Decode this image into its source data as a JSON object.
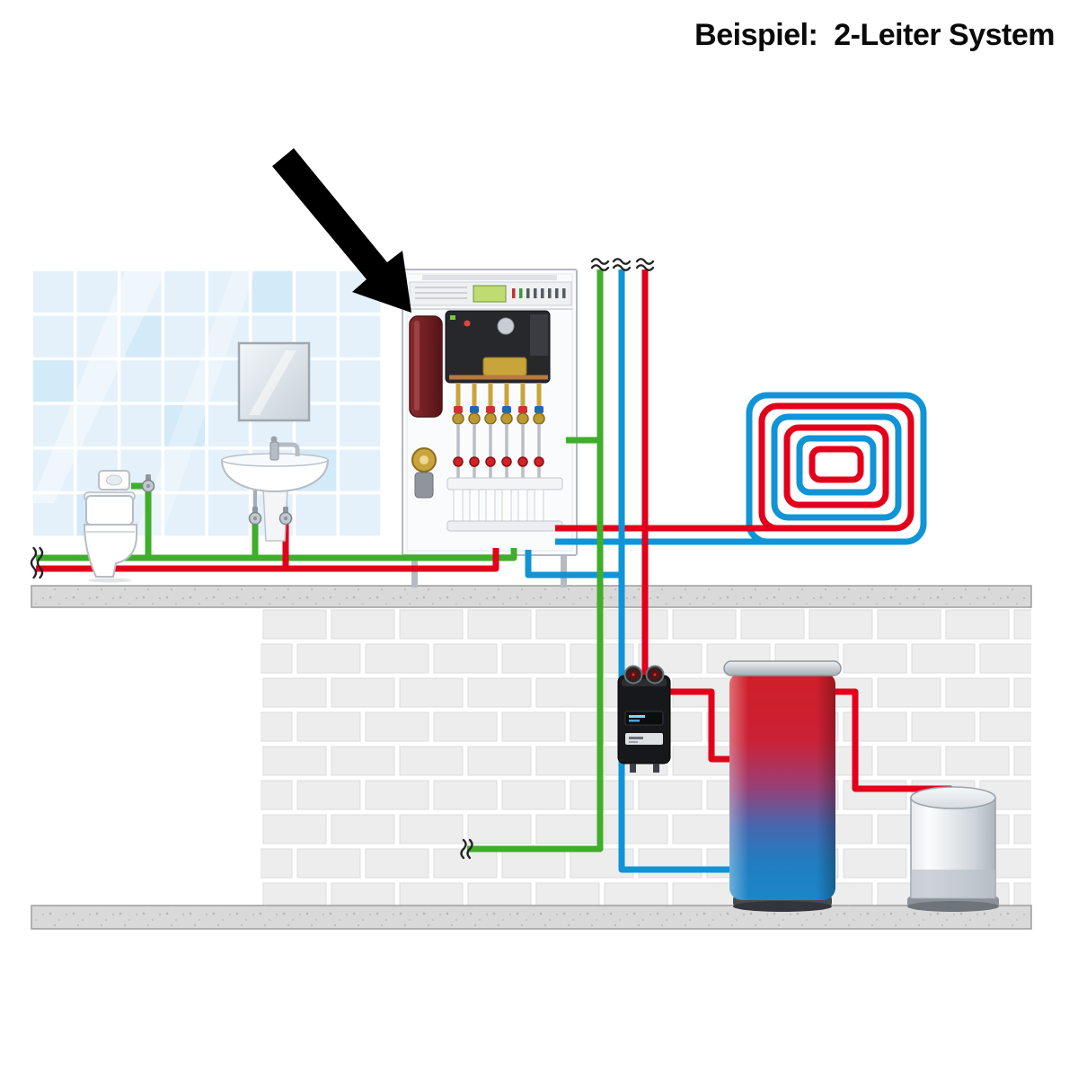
{
  "title": "Beispiel:  2-Leiter System",
  "colors": {
    "pipe_hot_supply": "#e2001a",
    "pipe_return": "#1094d6",
    "pipe_fresh_water": "#3fae2a",
    "arrow": "#000000",
    "tank_top": "#cf1f28",
    "tank_bottom": "#1b86c9",
    "tile": "#e4f1fa",
    "brick": "#ededed",
    "slab": "#d9d9d9"
  },
  "legend": {
    "green_pipe": "cold-water-supply",
    "red_pipe": "heating-hot-supply",
    "blue_pipe": "heating-return"
  },
  "components": [
    "pointer-arrow",
    "heat-interface-unit",
    "bathroom-tiled-wall",
    "mirror",
    "washbasin",
    "faucet",
    "toilet",
    "flush-plate",
    "angle-valve",
    "riser-pipes",
    "pipe-break-symbol",
    "underfloor-heating-coil",
    "ceiling-slab",
    "basement-brick-wall",
    "heat-meter",
    "buffer-storage-tank",
    "expansion-vessel"
  ]
}
